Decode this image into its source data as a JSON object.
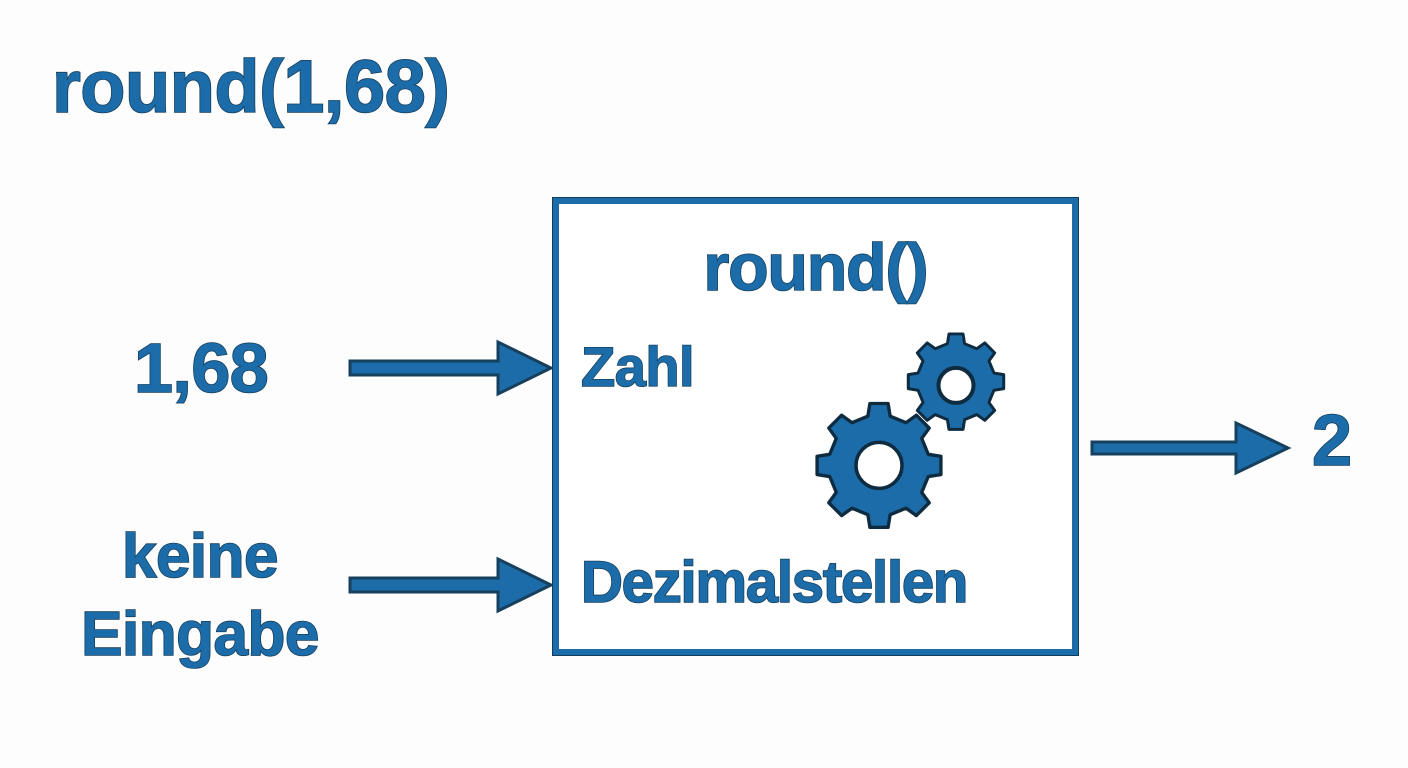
{
  "title": "round(1,68)",
  "colors": {
    "accent_blue": "#1b6ca8",
    "outline_dark": "#16405e",
    "background": "#fdfdfd",
    "box_fill": "#ffffff"
  },
  "inputs": [
    {
      "label": "1,68",
      "arrow": "arrow-right"
    },
    {
      "label_line1": "keine",
      "label_line2": "Eingabe",
      "arrow": "arrow-right"
    }
  ],
  "process_box": {
    "function_name": "round()",
    "parameters": [
      {
        "name": "Zahl"
      },
      {
        "name": "Dezimalstellen"
      }
    ],
    "icon": "gears-icon"
  },
  "output": {
    "label": "2",
    "arrow": "arrow-right"
  },
  "chart_data": {
    "type": "diagram",
    "title": "round(1,68)",
    "nodes": [
      {
        "id": "input-number",
        "text": "1,68",
        "role": "input"
      },
      {
        "id": "input-decimals",
        "text": "keine Eingabe",
        "role": "input"
      },
      {
        "id": "function",
        "text": "round()",
        "role": "process",
        "params": [
          "Zahl",
          "Dezimalstellen"
        ]
      },
      {
        "id": "result",
        "text": "2",
        "role": "output"
      }
    ],
    "edges": [
      {
        "from": "input-number",
        "to": "function",
        "port": "Zahl"
      },
      {
        "from": "input-decimals",
        "to": "function",
        "port": "Dezimalstellen"
      },
      {
        "from": "function",
        "to": "result"
      }
    ]
  }
}
